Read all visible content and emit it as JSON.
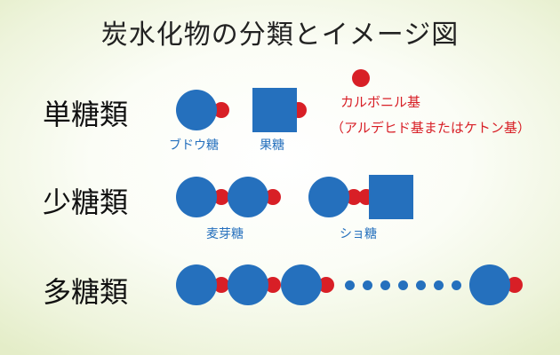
{
  "title": "炭水化物の分類とイメージ図",
  "rows": {
    "mono": "単糖類",
    "oligo": "少糖類",
    "poly": "多糖類"
  },
  "captions": {
    "glucose": "ブドウ糖",
    "fructose": "果糖",
    "maltose": "麦芽糖",
    "sucrose": "ショ糖"
  },
  "legend": {
    "line1": "カルボニル基",
    "line2": "（アルデヒド基またはケトン基）"
  },
  "colors": {
    "molecule": "#2570bd",
    "carbonyl": "#d81f26"
  }
}
